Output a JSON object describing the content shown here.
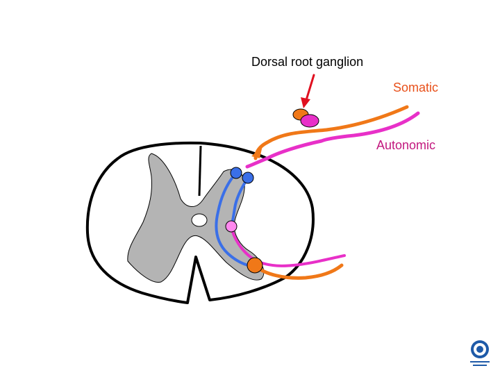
{
  "labels": {
    "dorsal_root_ganglion": "Dorsal root ganglion",
    "somatic": "Somatic",
    "autonomic": "Autonomic"
  },
  "colors": {
    "somatic": "#F07818",
    "autonomic": "#E830C8",
    "somatic_label": "#E8501A",
    "autonomic_label": "#C2187E",
    "arrow": "#E01020",
    "motor_neuron": "#3A6FE8",
    "preganglionic_neuron": "#FF88EE",
    "gray_matter": "#B4B4B4",
    "outline": "#000000"
  },
  "logo": {
    "icon": "university-seal-icon"
  }
}
